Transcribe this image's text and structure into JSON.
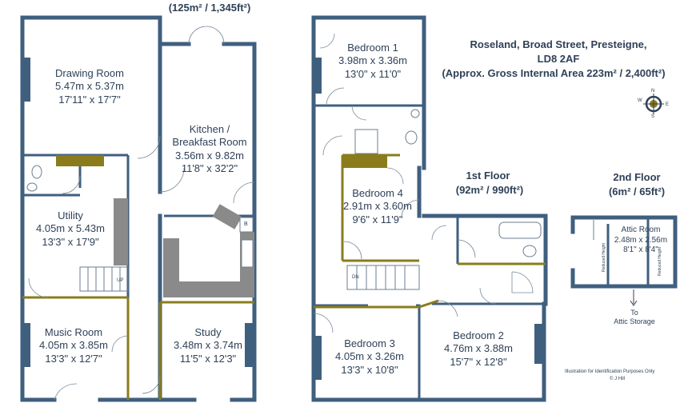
{
  "ground_floor_area": "(125m² / 1,345ft²)",
  "property": {
    "address_line1": "Roseland, Broad Street, Presteigne,",
    "address_line2": "LD8 2AF",
    "gross_area": "(Approx. Gross Internal Area 223m² / 2,400ft²)"
  },
  "floors": {
    "first": {
      "name": "1st Floor",
      "area": "(92m² / 990ft²)"
    },
    "second": {
      "name": "2nd Floor",
      "area": "(6m² / 65ft²)"
    }
  },
  "rooms": {
    "drawing_room": {
      "name": "Drawing Room",
      "metric": "5.47m x 5.37m",
      "imperial": "17'11\" x 17'7\""
    },
    "kitchen": {
      "name": "Kitchen /",
      "name2": "Breakfast Room",
      "metric": "3.56m x 9.82m",
      "imperial": "11'8\" x 32'2\""
    },
    "utility": {
      "name": "Utility",
      "metric": "4.05m x 5.43m",
      "imperial": "13'3\" x 17'9\""
    },
    "music_room": {
      "name": "Music Room",
      "metric": "4.05m x 3.85m",
      "imperial": "13'3\" x 12'7\""
    },
    "study": {
      "name": "Study",
      "metric": "3.48m x 3.74m",
      "imperial": "11'5\" x 12'3\""
    },
    "bedroom1": {
      "name": "Bedroom 1",
      "metric": "3.98m x 3.36m",
      "imperial": "13'0\" x 11'0\""
    },
    "bedroom4": {
      "name": "Bedroom 4",
      "metric": "2.91m x 3.60m",
      "imperial": "9'6\" x 11'9\""
    },
    "bedroom3": {
      "name": "Bedroom 3",
      "metric": "4.05m x 3.26m",
      "imperial": "13'3\" x 10'8\""
    },
    "bedroom2": {
      "name": "Bedroom 2",
      "metric": "4.76m x 3.88m",
      "imperial": "15'7\" x 12'8\""
    },
    "attic_room": {
      "name": "Attic Room",
      "metric": "2.48m x 2.56m",
      "imperial": "8'1\" x 8'4\""
    }
  },
  "stairs": {
    "up": "UP",
    "down": "DN"
  },
  "appliance_label": "B",
  "reduced_height": "Reduced Height",
  "attic_storage": {
    "line1": "To",
    "line2": "Attic Storage"
  },
  "disclaimer": "Illustration for Identification Purposes Only",
  "copyright": "© J Hill",
  "compass": {
    "n": "N",
    "s": "S",
    "e": "E",
    "w": "W"
  }
}
